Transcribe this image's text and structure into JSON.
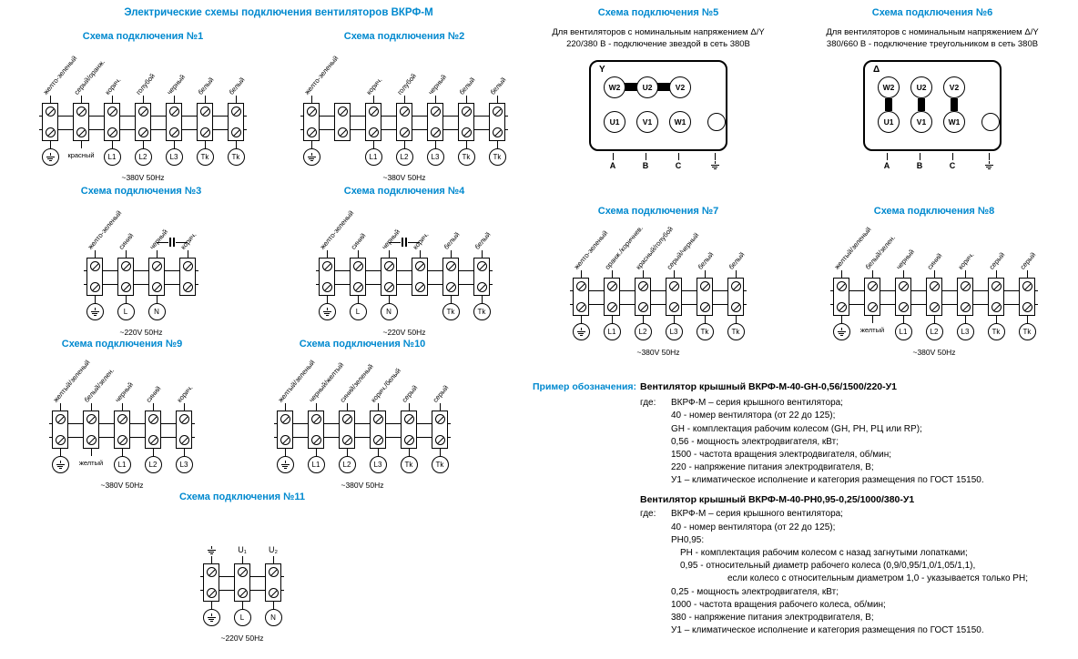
{
  "page_title": "Электрические схемы подключения вентиляторов ВКРФ-М",
  "colors": {
    "accent": "#0089cf",
    "line": "#000000"
  },
  "example": {
    "label": "Пример обозначения:",
    "blocks": [
      {
        "title": "Вентилятор крышный ВКРФ-М-40-GH-0,56/1500/220-У1",
        "lines": [
          {
            "prefix": "где:",
            "text": "ВКРФ-М – серия крышного вентилятора;"
          },
          {
            "text": "40 - номер вентилятора (от 22 до 125);"
          },
          {
            "text": "GH - комплектация рабочим колесом (GH, PH, РЦ или RP);"
          },
          {
            "text": "0,56 - мощность электродвигателя, кВт;"
          },
          {
            "text": "1500 - частота вращения электродвигателя, об/мин;"
          },
          {
            "text": "220 - напряжение питания электродвигателя, В;"
          },
          {
            "text": "У1 – климатическое исполнение и категория размещения по ГОСТ 15150."
          }
        ]
      },
      {
        "title": "Вентилятор крышный ВКРФ-М-40-РН0,95-0,25/1000/380-У1",
        "lines": [
          {
            "prefix": "где:",
            "text": "ВКРФ-М – серия крышного вентилятора;"
          },
          {
            "text": "40 - номер вентилятора (от 22 до 125);"
          },
          {
            "text": "РН0,95:"
          },
          {
            "text": "РН - комплектация рабочим колесом с назад загнутыми лопатками;",
            "indent": 1
          },
          {
            "text": "0,95 - относительный диаметр рабочего колеса (0,9/0,95/1,0/1,05/1,1),",
            "indent": 1
          },
          {
            "text": "если колесо с относительным диаметром 1,0 - указывается только РН;",
            "indent": 2
          },
          {
            "text": "0,25 - мощность электродвигателя, кВт;"
          },
          {
            "text": "1000 - частота вращения рабочего колеса, об/мин;"
          },
          {
            "text": "380 - напряжение питания электродвигателя, В;"
          },
          {
            "text": "У1 – климатическое исполнение и категория размещения по ГОСТ 15150."
          }
        ]
      }
    ]
  },
  "schemes": [
    {
      "id": "s1",
      "type": "strip",
      "title": "Схема подключения №1",
      "voltage": "~380V 50Hz",
      "terminals": [
        {
          "top": "желто-зеленый",
          "bottom_type": "ground"
        },
        {
          "top": "серый/оранж.",
          "bottom": "красный",
          "bottom_type": "text"
        },
        {
          "top": "корич.",
          "bottom": "L1",
          "bottom_type": "circle"
        },
        {
          "top": "голубой",
          "bottom": "L2",
          "bottom_type": "circle"
        },
        {
          "top": "черный",
          "bottom": "L3",
          "bottom_type": "circle"
        },
        {
          "top": "белый",
          "bottom": "Tk",
          "bottom_type": "circle"
        },
        {
          "top": "белый",
          "bottom": "Tk",
          "bottom_type": "circle"
        }
      ]
    },
    {
      "id": "s2",
      "type": "strip",
      "title": "Схема подключения №2",
      "voltage": "~380V 50Hz",
      "terminals": [
        {
          "top": "желто-зеленый",
          "bottom_type": "ground"
        },
        {},
        {
          "top": "корич.",
          "bottom": "L1",
          "bottom_type": "circle"
        },
        {
          "top": "голубой",
          "bottom": "L2",
          "bottom_type": "circle"
        },
        {
          "top": "черный",
          "bottom": "L3",
          "bottom_type": "circle"
        },
        {
          "top": "белый",
          "bottom": "Tk",
          "bottom_type": "circle"
        },
        {
          "top": "белый",
          "bottom": "Tk",
          "bottom_type": "circle"
        }
      ]
    },
    {
      "id": "s3",
      "type": "strip",
      "title": "Схема подключения №3",
      "voltage": "~220V 50Hz",
      "capacitor": [
        2,
        3
      ],
      "terminals": [
        {
          "top": "желто-зеленый",
          "bottom_type": "ground"
        },
        {
          "top": "синий",
          "bottom": "L",
          "bottom_type": "circle"
        },
        {
          "top": "черный",
          "bottom": "N",
          "bottom_type": "circle"
        },
        {
          "top": "корич."
        }
      ]
    },
    {
      "id": "s4",
      "type": "strip",
      "title": "Схема подключения №4",
      "voltage": "~220V 50Hz",
      "capacitor": [
        2,
        3
      ],
      "terminals": [
        {
          "top": "желто-зеленый",
          "bottom_type": "ground"
        },
        {
          "top": "синий",
          "bottom": "L",
          "bottom_type": "circle"
        },
        {
          "top": "черный",
          "bottom": "N",
          "bottom_type": "circle"
        },
        {
          "top": "корич."
        },
        {
          "top": "белый",
          "bottom": "Tk",
          "bottom_type": "circle"
        },
        {
          "top": "белый",
          "bottom": "Tk",
          "bottom_type": "circle"
        }
      ]
    },
    {
      "id": "s5",
      "type": "motor",
      "title": "Схема подключения №5",
      "description": "Для вентиляторов с номинальным напряжением Δ/Y 220/380 В - подключение звездой в сеть 380В",
      "corner": "Y",
      "connection": "star",
      "top_terminals": [
        "W2",
        "U2",
        "V2"
      ],
      "bottom_terminals": [
        "U1",
        "V1",
        "W1"
      ],
      "phases": [
        "A",
        "B",
        "C"
      ]
    },
    {
      "id": "s6",
      "type": "motor",
      "title": "Схема подключения №6",
      "description": "Для вентиляторов с номинальным напряжением Δ/Y 380/660 В - подключение треугольником в сеть 380В",
      "corner": "Δ",
      "connection": "delta",
      "top_terminals": [
        "W2",
        "U2",
        "V2"
      ],
      "bottom_terminals": [
        "U1",
        "V1",
        "W1"
      ],
      "phases": [
        "A",
        "B",
        "C"
      ]
    },
    {
      "id": "s7",
      "type": "strip",
      "title": "Схема подключения №7",
      "voltage": "~380V 50Hz",
      "terminals": [
        {
          "top": "желто-зеленый",
          "bottom_type": "ground"
        },
        {
          "top": "оранж./коричнев.",
          "bottom": "L1",
          "bottom_type": "circle"
        },
        {
          "top": "красный/голубой",
          "bottom": "L2",
          "bottom_type": "circle"
        },
        {
          "top": "серый/черный",
          "bottom": "L3",
          "bottom_type": "circle"
        },
        {
          "top": "белый",
          "bottom": "Tk",
          "bottom_type": "circle"
        },
        {
          "top": "белый",
          "bottom": "Tk",
          "bottom_type": "circle"
        }
      ]
    },
    {
      "id": "s8",
      "type": "strip",
      "title": "Схема подключения №8",
      "voltage": "~380V 50Hz",
      "terminals": [
        {
          "top": "желтый/зеленый",
          "bottom_type": "ground"
        },
        {
          "top": "белый/зелен.",
          "bottom": "желтый",
          "bottom_type": "text"
        },
        {
          "top": "черный",
          "bottom": "L1",
          "bottom_type": "circle"
        },
        {
          "top": "синий",
          "bottom": "L2",
          "bottom_type": "circle"
        },
        {
          "top": "корич.",
          "bottom": "L3",
          "bottom_type": "circle"
        },
        {
          "top": "серый",
          "bottom": "Tk",
          "bottom_type": "circle"
        },
        {
          "top": "серый",
          "bottom": "Tk",
          "bottom_type": "circle"
        }
      ]
    },
    {
      "id": "s9",
      "type": "strip",
      "title": "Схема подключения №9",
      "voltage": "~380V 50Hz",
      "terminals": [
        {
          "top": "желтый/зеленый",
          "bottom_type": "ground"
        },
        {
          "top": "белый/зелен.",
          "bottom": "желтый",
          "bottom_type": "text"
        },
        {
          "top": "черный",
          "bottom": "L1",
          "bottom_type": "circle"
        },
        {
          "top": "синий",
          "bottom": "L2",
          "bottom_type": "circle"
        },
        {
          "top": "корич.",
          "bottom": "L3",
          "bottom_type": "circle"
        }
      ]
    },
    {
      "id": "s10",
      "type": "strip",
      "title": "Схема подключения №10",
      "voltage": "~380V 50Hz",
      "terminals": [
        {
          "top": "желтый/зеленый",
          "bottom_type": "ground"
        },
        {
          "top": "черный/желтый",
          "bottom": "L1",
          "bottom_type": "circle"
        },
        {
          "top": "синий/зеленый",
          "bottom": "L2",
          "bottom_type": "circle"
        },
        {
          "top": "корич./белый",
          "bottom": "L3",
          "bottom_type": "circle"
        },
        {
          "top": "серый",
          "bottom": "Tk",
          "bottom_type": "circle"
        },
        {
          "top": "серый",
          "bottom": "Tk",
          "bottom_type": "circle"
        }
      ]
    },
    {
      "id": "s11",
      "type": "strip",
      "title": "Схема подключения №11",
      "voltage": "~220V 50Hz",
      "terminals": [
        {
          "top_type": "ground",
          "bottom_type": "ground"
        },
        {
          "top": "U₁",
          "top_type": "text-h",
          "bottom": "L",
          "bottom_type": "circle"
        },
        {
          "top": "U₂",
          "top_type": "text-h",
          "bottom": "N",
          "bottom_type": "circle"
        }
      ]
    }
  ]
}
